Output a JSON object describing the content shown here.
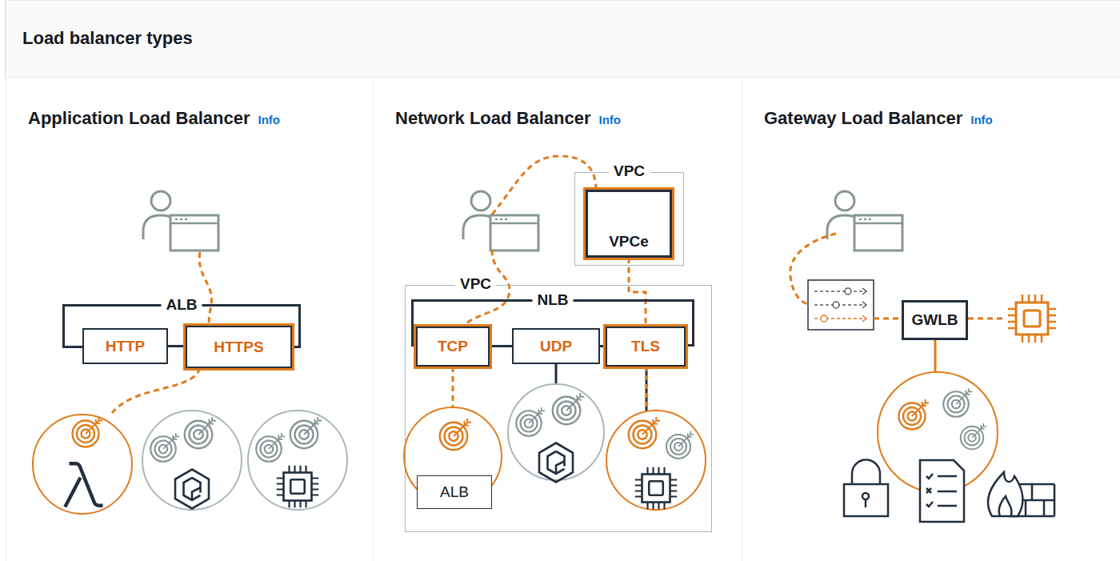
{
  "diagram": {
    "title": "Load balancer types",
    "nodes": [
      {
        "text": [
          "Application Load Balancer",
          "Info"
        ]
      },
      {
        "text": [
          "ALB"
        ],
        "in": 0
      },
      {
        "text": [
          "HTTP"
        ],
        "in": 1
      },
      {
        "text": [
          "HTTPS"
        ],
        "in": 1
      },
      {
        "text": [
          "Network Load Balancer",
          "Info"
        ]
      },
      {
        "text": [
          "VPC"
        ],
        "in": 4
      },
      {
        "text": [
          "VPCe"
        ],
        "in": 5
      },
      {
        "text": [
          "VPC"
        ],
        "in": 4
      },
      {
        "text": [
          "NLB"
        ],
        "in": 7
      },
      {
        "text": [
          "TCP"
        ],
        "in": 8
      },
      {
        "text": [
          "UDP"
        ],
        "in": 8
      },
      {
        "text": [
          "TLS"
        ],
        "in": 8
      },
      {
        "text": [
          "ALB"
        ],
        "in": 7
      },
      {
        "text": [
          "Gateway Load Balancer",
          "Info"
        ]
      },
      {
        "text": [
          "GWLB"
        ],
        "in": 13
      }
    ],
    "edges": [
      {
        "from": 2,
        "to": 3,
        "arrow": "none"
      },
      {
        "from": 6,
        "to": 11,
        "arrow": "none"
      },
      {
        "from": 9,
        "to": 10,
        "arrow": "none"
      },
      {
        "from": 10,
        "to": 11,
        "arrow": "none"
      },
      {
        "from": 9,
        "to": 12,
        "arrow": "none"
      }
    ]
  }
}
